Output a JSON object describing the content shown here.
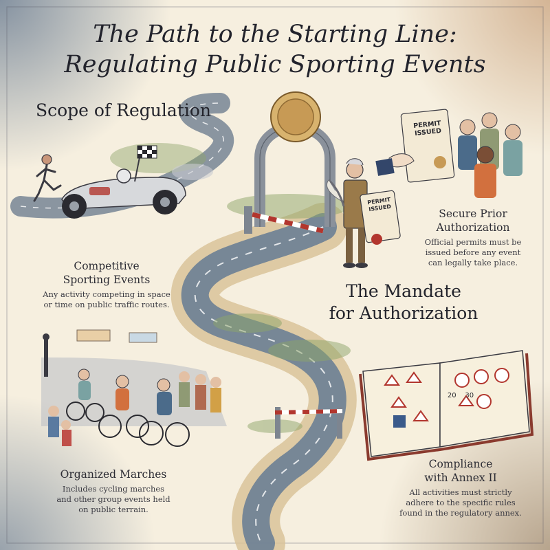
{
  "title": {
    "line1": "The Path to the Starting Line:",
    "line2": "Regulating Public Sporting Events"
  },
  "scope_heading": "Scope of Regulation",
  "mandate_heading": {
    "line1": "The Mandate",
    "line2": "for Authorization"
  },
  "sections": {
    "competitive": {
      "heading_line1": "Competitive",
      "heading_line2": "Sporting Events",
      "body_line1": "Any activity competing in space",
      "body_line2": "or time on public traffic routes."
    },
    "marches": {
      "heading": "Organized Marches",
      "body_line1": "Includes cycling marches",
      "body_line2": "and other group events held",
      "body_line3": "on public terrain."
    },
    "authorization": {
      "heading_line1": "Secure Prior",
      "heading_line2": "Authorization",
      "body_line1": "Official permits must be",
      "body_line2": "issued before any event",
      "body_line3": "can legally take place."
    },
    "annex": {
      "heading_line1": "Compliance",
      "heading_line2": "with Annex II",
      "body_line1": "All activities must strictly",
      "body_line2": "adhere to the specific rules",
      "body_line3": "found in the regulatory annex."
    }
  },
  "illustration_labels": {
    "permit_scroll": "PERMIT ISSUED",
    "permit_sign_line1": "PERMIT",
    "permit_sign_line2": "ISSUED",
    "book_sign_1": "20",
    "book_sign_2": "30"
  },
  "colors": {
    "road": "#6b7f95",
    "road_edge": "#3c4d60",
    "sand_path": "#d9c39a",
    "grass": "#8ea56a",
    "gold_seal": "#c79a55",
    "barrier_red": "#b2362e",
    "paper": "#f6efdf"
  },
  "icons": [
    "checkered-flag-icon",
    "gold-seal-icon",
    "quill-icon",
    "wax-seal-icon",
    "road-sign-icon"
  ]
}
